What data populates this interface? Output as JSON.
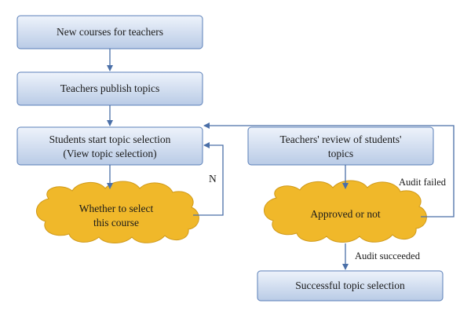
{
  "nodes": {
    "new_courses": "New courses for teachers",
    "publish_topics": "Teachers publish topics",
    "start_selection_line1": "Students start topic selection",
    "start_selection_line2": "(View topic selection)",
    "review_line1": "Teachers' review of students'",
    "review_line2": "topics",
    "decision_select_line1": "Whether to select",
    "decision_select_line2": "this course",
    "decision_approved": "Approved or not",
    "success": "Successful topic selection"
  },
  "edges": {
    "no_label": "N",
    "audit_failed": "Audit failed",
    "audit_succeeded": "Audit succeeded"
  },
  "colors": {
    "box_top": "#eef3fb",
    "box_bottom": "#b9cbe6",
    "box_border": "#5a7fb8",
    "cloud_fill": "#f0b82a",
    "cloud_border": "#d09a1a",
    "arrow": "#4a6fa8"
  }
}
